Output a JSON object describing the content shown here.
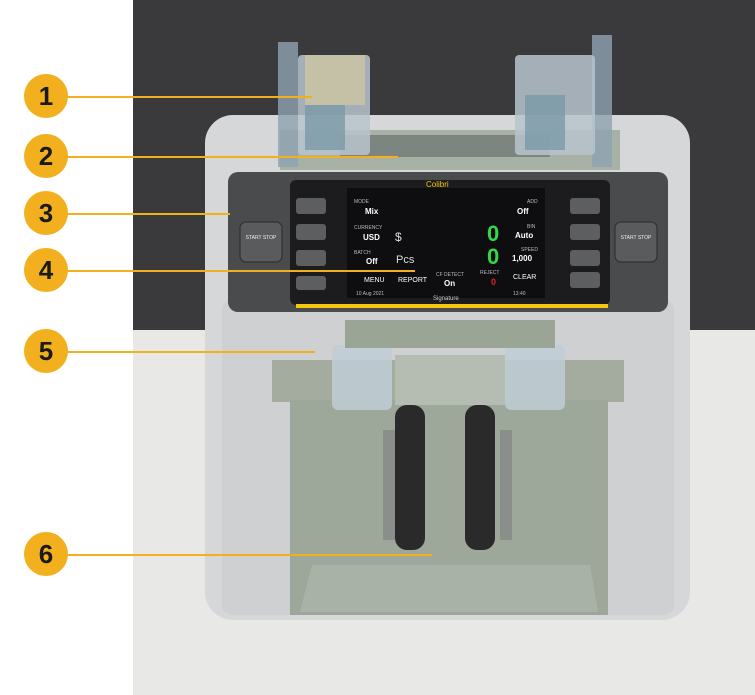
{
  "callouts": [
    "1",
    "2",
    "3",
    "4",
    "5",
    "6"
  ],
  "display": {
    "brand": "Colibri",
    "mode_label": "MODE",
    "mode_value": "Mix",
    "currency_label": "CURRENCY",
    "currency_value": "USD",
    "currency_symbol": "$",
    "batch_label": "BATCH",
    "batch_value": "Off",
    "pcs_label": "Pcs",
    "menu_label": "MENU",
    "report_label": "REPORT",
    "cf_detect_label": "CF DETECT",
    "cf_detect_value": "On",
    "reject_label": "REJECT",
    "reject_value": "0",
    "add_label": "ADD",
    "add_value": "Off",
    "bin_label": "BIN",
    "bin_value": "Auto",
    "speed_label": "SPEED",
    "speed_value": "1,000",
    "clear_label": "CLEAR",
    "amount_value": "0",
    "count_value": "0",
    "date_value": "10 Aug 2021",
    "time_value": "13:40"
  },
  "panel": {
    "left_button": "START STOP",
    "right_button": "START STOP",
    "signature": "Signature"
  },
  "colors": {
    "accent": "#f2b01e",
    "screen_green": "#33d84a",
    "reject_red": "#e02020"
  }
}
